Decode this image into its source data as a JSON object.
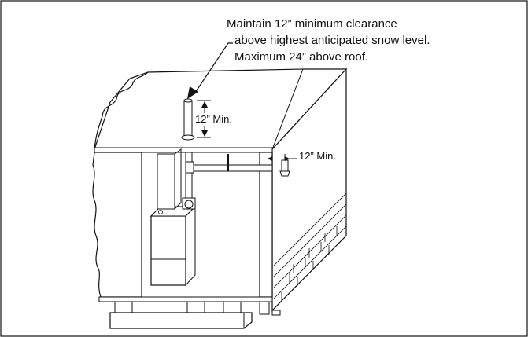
{
  "callout": {
    "line1": "Maintain 12” minimum clearance",
    "line2": "above highest anticipated snow level.",
    "line3": "Maximum 24” above roof."
  },
  "dimensions": {
    "vertical_label": "12” Min.",
    "horizontal_label": "12” Min."
  },
  "colors": {
    "stroke": "#111111",
    "background": "#ffffff"
  }
}
